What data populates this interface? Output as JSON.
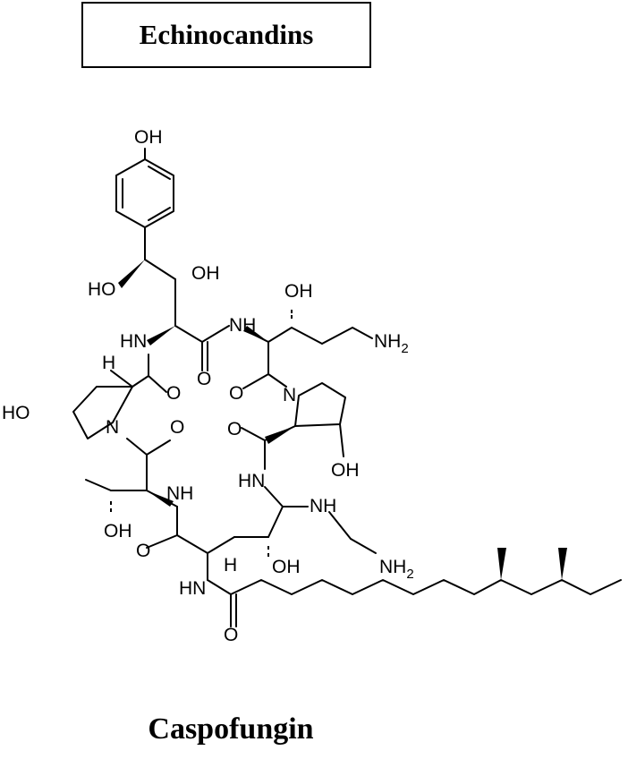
{
  "header": {
    "title": "Echinocandins"
  },
  "structure": {
    "atoms": {
      "oh_top": "OH",
      "ho_left": "HO",
      "oh_mid": "OH",
      "nh_a": "NH",
      "oh_side": "OH",
      "nh_b": "HN",
      "nh2_top": "NH",
      "nh2_top_sub": "2",
      "h_top": "H",
      "o1": "O",
      "o2": "O",
      "o3": "O",
      "ho_ring": "HO",
      "n_ring_left": "N",
      "n_ring_right": "N",
      "o4": "O",
      "o5": "O",
      "oh_ring_right": "OH",
      "nh_c": "NH",
      "hn_d": "HN",
      "nh_e": "NH",
      "oh_low_left": "OH",
      "o6": "O",
      "h_low": "H",
      "oh_low": "OH",
      "nh2_low": "NH",
      "nh2_low_sub": "2",
      "hn_f": "HN",
      "o_chain": "O"
    }
  },
  "footer": {
    "caption": "Caspofungin"
  }
}
